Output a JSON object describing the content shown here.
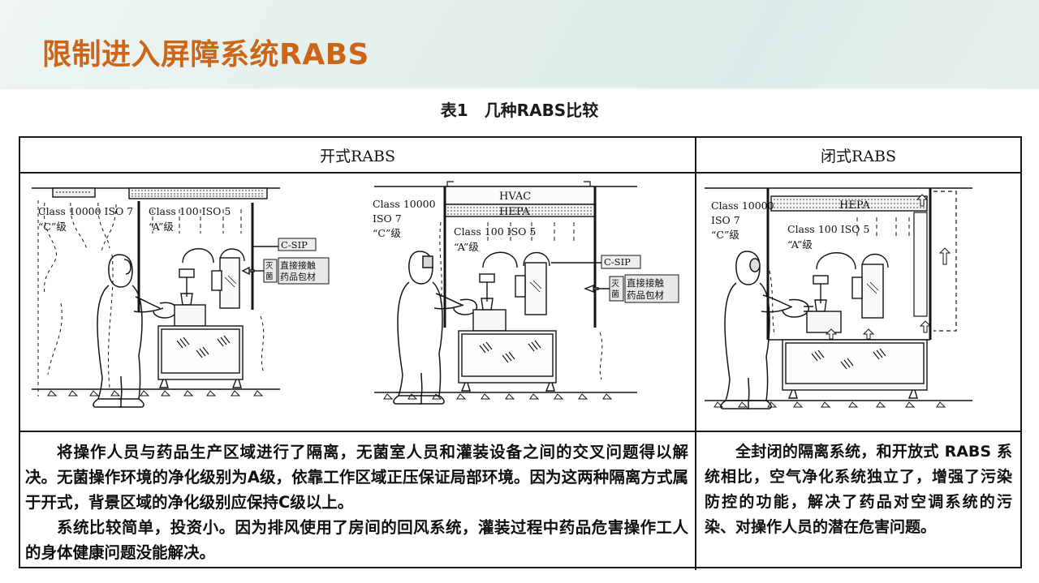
{
  "header": {
    "title": "限制进入屏障系统RABS",
    "accent_color": "#cc6516",
    "band_color": "#e2efec"
  },
  "caption": {
    "number": "表1",
    "text": "几种RABS比较"
  },
  "table": {
    "columns": [
      {
        "id": "open",
        "header": "开式RABS"
      },
      {
        "id": "closed",
        "header": "闭式RABS"
      }
    ],
    "open_cell": {
      "paragraphs": [
        "将操作人员与药品生产区域进行了隔离，无菌室人员和灌装设备之间的交叉问题得以解决。无菌操作环境的净化级别为A级，依靠工作区域正压保证局部环境。因为这两种隔离方式属于开式，背景区域的净化级别应保持C级以上。",
        "系统比较简单，投资小。因为排风使用了房间的回风系统，灌装过程中药品危害操作工人的身体健康问题没能解决。"
      ]
    },
    "closed_cell": {
      "paragraphs": [
        "全封闭的隔离系统，和开放式 RABS 系统相比，空气净化系统独立了，增强了污染防控的功能，解决了药品对空调系统的污染、对操作人员的潜在危害问题。"
      ]
    }
  },
  "diagrams": [
    {
      "id": "open-rabs-curtain",
      "labels": {
        "outer_class": "Class 10000 ISO 7",
        "outer_grade": "“C”级",
        "inner_class": "Class 100 ISO 5",
        "inner_grade": "“A”级",
        "csip": "C-SIP",
        "sterilize": "灭菌",
        "contact_line1": "直接接触",
        "contact_line2": "药品包材"
      }
    },
    {
      "id": "open-rabs-hvac",
      "labels": {
        "hvac": "HVAC",
        "hepa": "HEPA",
        "outer_class_line1": "Class 10000",
        "outer_class_line2": "ISO 7",
        "outer_grade": "“C”级",
        "inner_class": "Class 100 ISO 5",
        "inner_grade": "“A”级",
        "csip": "C-SIP",
        "sterilize": "灭菌",
        "contact_line1": "直接接触",
        "contact_line2": "药品包材"
      }
    },
    {
      "id": "closed-rabs",
      "labels": {
        "hepa": "HEPA",
        "outer_class_line1": "Class 10000",
        "outer_class_line2": "ISO 7",
        "outer_grade": "“C”级",
        "inner_class": "Class 100 ISO 5",
        "inner_grade": "“A”级"
      }
    }
  ]
}
